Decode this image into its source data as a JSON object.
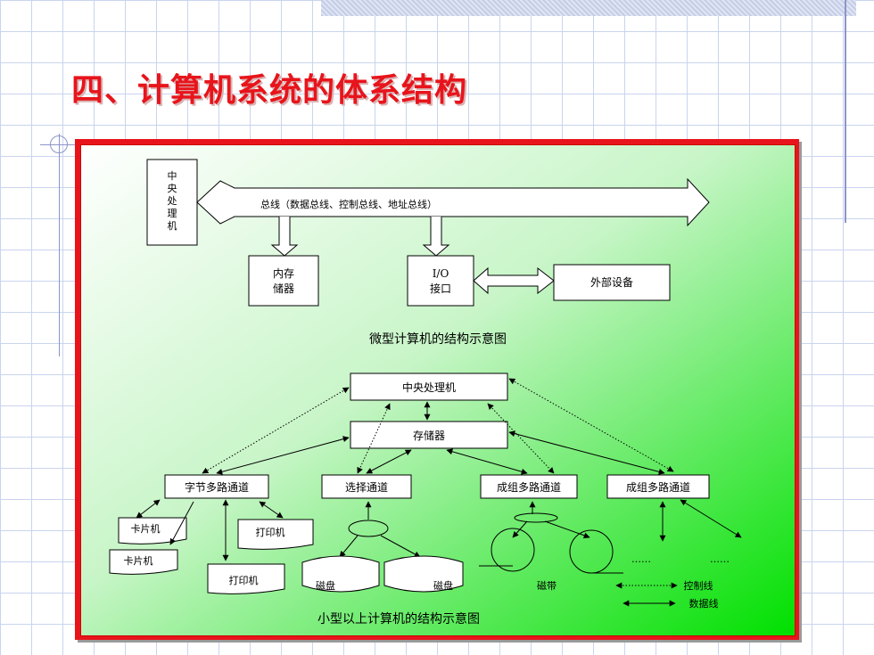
{
  "slide": {
    "title": "四、计算机系统的体系结构"
  },
  "micro": {
    "cpu_chars": [
      "中",
      "央",
      "处",
      "理",
      "机"
    ],
    "bus_label": "总线（数据总线、控制总线、地址总线）",
    "memory_line1": "内存",
    "memory_line2": "储器",
    "io_line1": "I/O",
    "io_line2": "接口",
    "peripheral": "外部设备",
    "caption": "微型计算机的结构示意图"
  },
  "small": {
    "cpu": "中央处理机",
    "memory": "存储器",
    "channels": [
      "字节多路通道",
      "选择通道",
      "成组多路通道",
      "成组多路通道"
    ],
    "card_reader": "卡片机",
    "card_punch": "卡片机",
    "printer1": "打印机",
    "printer2": "打印机",
    "disk1": "磁盘",
    "disk2": "磁盘",
    "tape": "磁带",
    "ellipsis1": "……",
    "ellipsis2": "……",
    "legend_control": "控制线",
    "legend_data": "数据线",
    "caption": "小型以上计算机的结构示意图"
  },
  "colors": {
    "title": "#e8141b",
    "frame": "#e8141b",
    "gradient_start": "#00e000",
    "grid": "#c9d4ee"
  }
}
